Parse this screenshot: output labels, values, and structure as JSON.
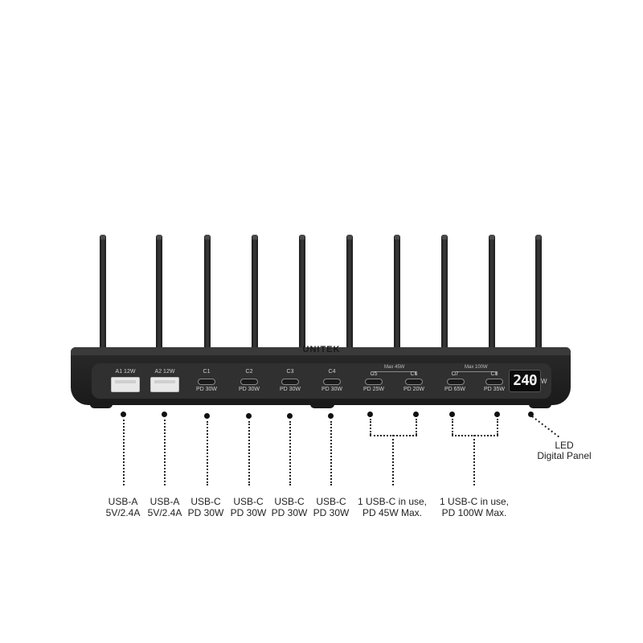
{
  "brand": "UNITEK",
  "ports": [
    {
      "label": "A1 12W",
      "rating": ""
    },
    {
      "label": "A2 12W",
      "rating": ""
    },
    {
      "label": "C1",
      "rating": "PD 30W"
    },
    {
      "label": "C2",
      "rating": "PD 30W"
    },
    {
      "label": "C3",
      "rating": "PD 30W"
    },
    {
      "label": "C4",
      "rating": "PD 30W"
    },
    {
      "label": "C5",
      "rating": "PD 25W"
    },
    {
      "label": "C6",
      "rating": "PD 20W"
    },
    {
      "label": "C7",
      "rating": "PD 65W"
    },
    {
      "label": "C8",
      "rating": "PD 35W"
    }
  ],
  "groups": {
    "g1": "Max 45W",
    "g2": "Max 100W"
  },
  "display": {
    "value": "240",
    "unit": "W"
  },
  "callouts": [
    {
      "line1": "USB-A",
      "line2": "5V/2.4A"
    },
    {
      "line1": "USB-A",
      "line2": "5V/2.4A"
    },
    {
      "line1": "USB-C",
      "line2": "PD 30W"
    },
    {
      "line1": "USB-C",
      "line2": "PD 30W"
    },
    {
      "line1": "USB-C",
      "line2": "PD 30W"
    },
    {
      "line1": "USB-C",
      "line2": "PD 30W"
    },
    {
      "line1": "1 USB-C in use,",
      "line2": "PD 45W Max."
    },
    {
      "line1": "1 USB-C  in use,",
      "line2": "PD 100W Max."
    }
  ],
  "led_callout": {
    "line1": "LED",
    "line2": "Digital Panel"
  }
}
